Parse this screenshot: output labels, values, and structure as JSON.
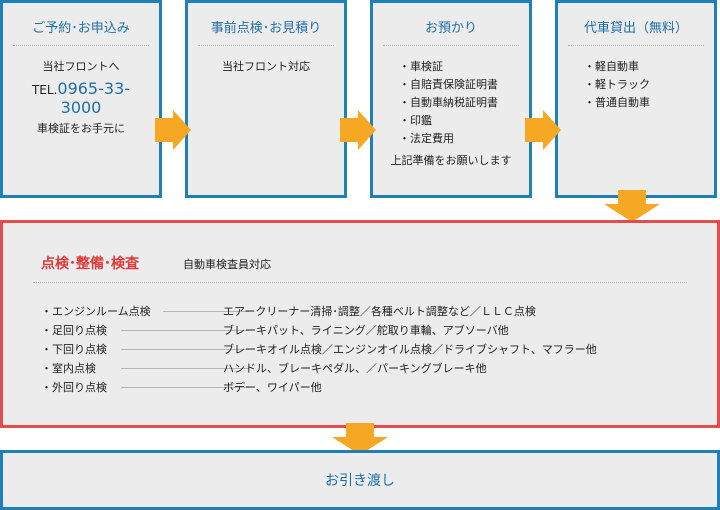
{
  "steps": [
    {
      "title": "ご予約･お申込み",
      "lines": [
        "当社フロントへ"
      ],
      "tel_prefix": "TEL.",
      "tel_number": "0965-33-3000",
      "after": "車検証をお手元に"
    },
    {
      "title": "事前点検･お見積り",
      "lines": [
        "当社フロント対応"
      ]
    },
    {
      "title": "お預かり",
      "items": [
        "・車検証",
        "・自賠責保険証明書",
        "・自動車納税証明書",
        "・印鑑",
        "・法定費用"
      ],
      "note": "上記準備をお願いします"
    },
    {
      "title": "代車貸出（無料）",
      "items": [
        "・軽自動車",
        "・軽トラック",
        "・普通自動車"
      ]
    }
  ],
  "inspection": {
    "title": "点検･整備･検査",
    "subtitle": "自動車検査員対応",
    "rows": [
      {
        "name": "・エンジンルーム点検",
        "desc": "エアークリーナー清掃･調整／各種ベルト調整など／ＬＬＣ点検"
      },
      {
        "name": "・足回り点検",
        "desc": "ブレーキパット、ライニング／舵取り車輪、アブソーバ他"
      },
      {
        "name": "・下回り点検",
        "desc": "ブレーキオイル点検／エンジンオイル点検／ドライブシャフト、マフラー他"
      },
      {
        "name": "・室内点検",
        "desc": "ハンドル、ブレーキペダル、／パーキングブレーキ他"
      },
      {
        "name": "・外回り点検",
        "desc": "ボデー、ワイパー他"
      }
    ]
  },
  "delivery": {
    "label": "お引き渡し"
  },
  "colors": {
    "step_border": "#1f7fb8",
    "inspect_border": "#e34c4c",
    "arrow": "#f6a724"
  }
}
